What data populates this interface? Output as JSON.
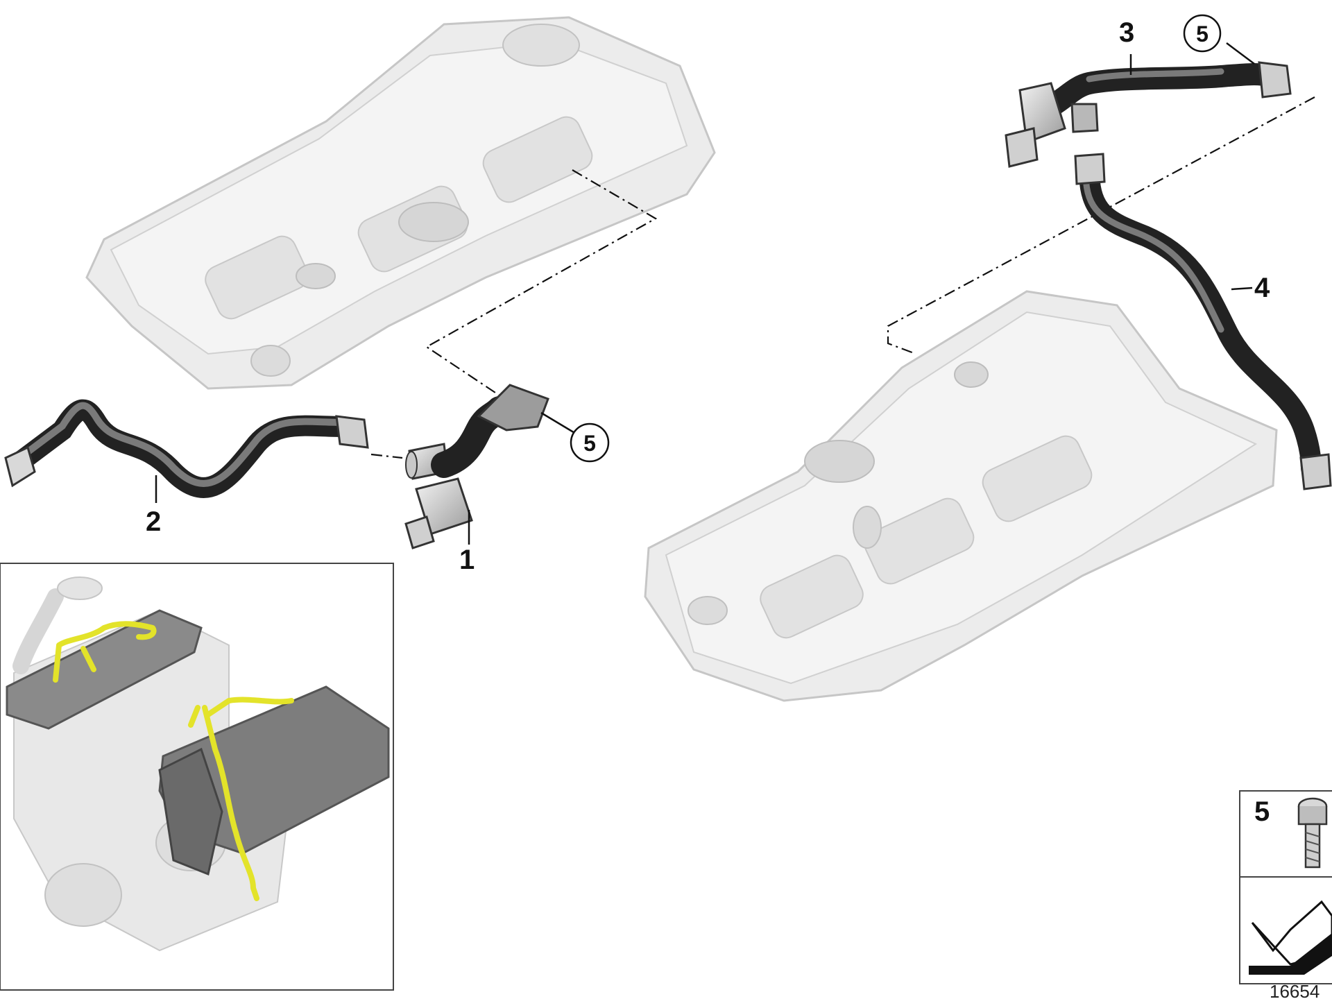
{
  "callouts": {
    "part_1": "1",
    "part_2": "2",
    "part_3": "3",
    "part_4": "4",
    "part_5_left": "5",
    "part_5_right": "5"
  },
  "legend": {
    "bolt_number": "5"
  },
  "diagram_id": "16654",
  "colors": {
    "housing_fill": "#ececec",
    "housing_stroke": "#c4c4c4",
    "hose_dark": "#3c3c3c",
    "hose_mid": "#6e6e6e",
    "highlight_yellow": "#e3e32a",
    "line": "#111111"
  },
  "icons": {
    "bolt": "torx-bolt-icon",
    "arrow": "installation-direction-arrow-icon"
  }
}
